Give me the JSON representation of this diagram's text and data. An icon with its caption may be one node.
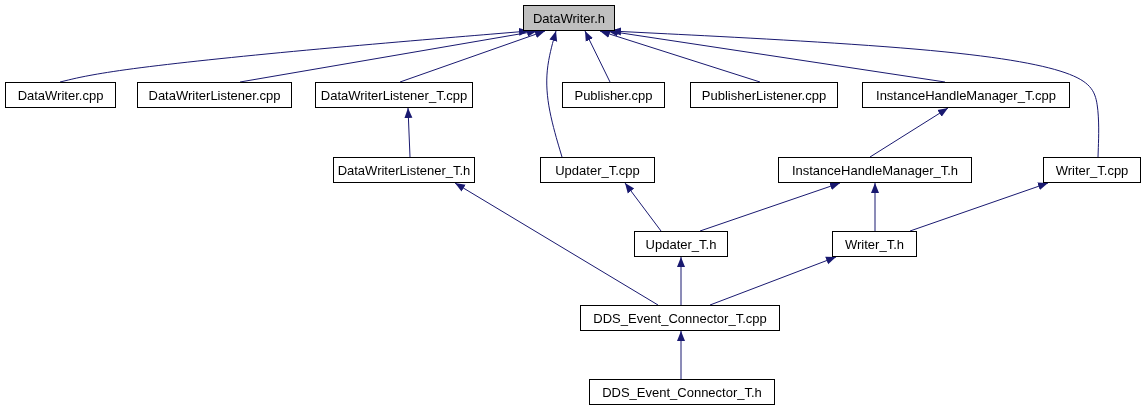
{
  "diagram": {
    "nodes": [
      {
        "text": [
          "DataWriter.h"
        ]
      },
      {
        "text": [
          "DataWriter.cpp"
        ]
      },
      {
        "text": [
          "DataWriterListener.cpp"
        ]
      },
      {
        "text": [
          "DataWriterListener_T.cpp"
        ]
      },
      {
        "text": [
          "Publisher.cpp"
        ]
      },
      {
        "text": [
          "PublisherListener.cpp"
        ]
      },
      {
        "text": [
          "InstanceHandleManager_T.cpp"
        ]
      },
      {
        "text": [
          "DataWriterListener_T.h"
        ]
      },
      {
        "text": [
          "Updater_T.cpp"
        ]
      },
      {
        "text": [
          "InstanceHandleManager_T.h"
        ]
      },
      {
        "text": [
          "Writer_T.cpp"
        ]
      },
      {
        "text": [
          "Updater_T.h"
        ]
      },
      {
        "text": [
          "Writer_T.h"
        ]
      },
      {
        "text": [
          "DDS_Event_Connector_T.cpp"
        ]
      },
      {
        "text": [
          "DDS_Event_Connector_T.h"
        ]
      }
    ],
    "edges": [
      {
        "from": 1,
        "to": 0,
        "arrow": "to"
      },
      {
        "from": 2,
        "to": 0,
        "arrow": "to"
      },
      {
        "from": 3,
        "to": 0,
        "arrow": "to"
      },
      {
        "from": 8,
        "to": 0,
        "arrow": "to"
      },
      {
        "from": 4,
        "to": 0,
        "arrow": "to"
      },
      {
        "from": 5,
        "to": 0,
        "arrow": "to"
      },
      {
        "from": 6,
        "to": 0,
        "arrow": "to"
      },
      {
        "from": 10,
        "to": 0,
        "arrow": "to"
      },
      {
        "from": 7,
        "to": 3,
        "arrow": "to"
      },
      {
        "from": 9,
        "to": 6,
        "arrow": "to"
      },
      {
        "from": 11,
        "to": 8,
        "arrow": "to"
      },
      {
        "from": 11,
        "to": 9,
        "arrow": "to"
      },
      {
        "from": 12,
        "to": 9,
        "arrow": "to"
      },
      {
        "from": 12,
        "to": 10,
        "arrow": "to"
      },
      {
        "from": 13,
        "to": 7,
        "arrow": "to"
      },
      {
        "from": 13,
        "to": 11,
        "arrow": "to"
      },
      {
        "from": 13,
        "to": 12,
        "arrow": "to"
      },
      {
        "from": 14,
        "to": 13,
        "arrow": "to"
      }
    ]
  }
}
